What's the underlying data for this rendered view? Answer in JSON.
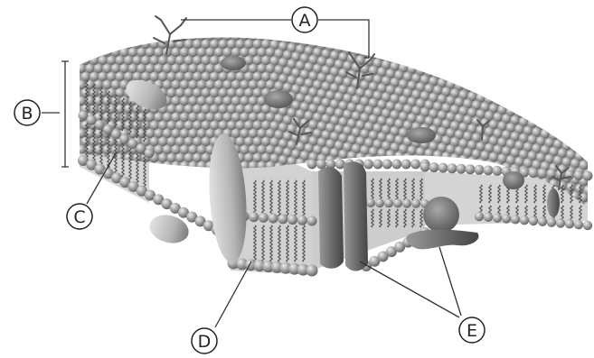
{
  "labels": {
    "A": "A",
    "B": "B",
    "C": "C",
    "D": "D",
    "E": "E"
  },
  "palette": {
    "head": "#9a9a9a",
    "head_highlight": "#e6e6e6",
    "head_shadow": "#6a6a6a",
    "interior": "#d2d2d2",
    "protein_light": "#c4c4c4",
    "protein_mid": "#8c8c8c",
    "protein_dark": "#5a5a5a",
    "line": "#333333"
  }
}
